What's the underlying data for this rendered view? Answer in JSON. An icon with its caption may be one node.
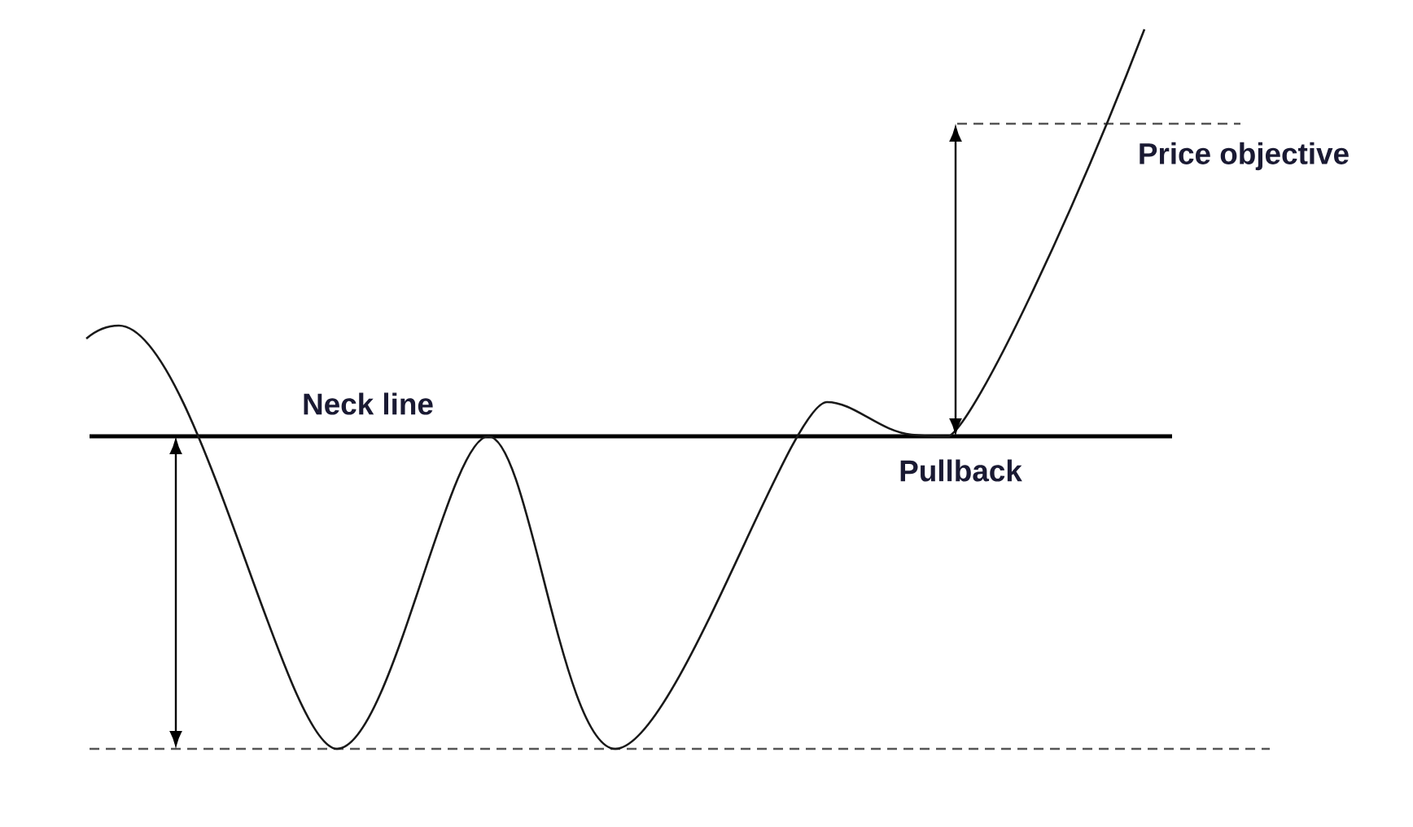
{
  "diagram": {
    "labels": [
      "Price objective",
      "Neck line",
      "Pullback"
    ]
  }
}
